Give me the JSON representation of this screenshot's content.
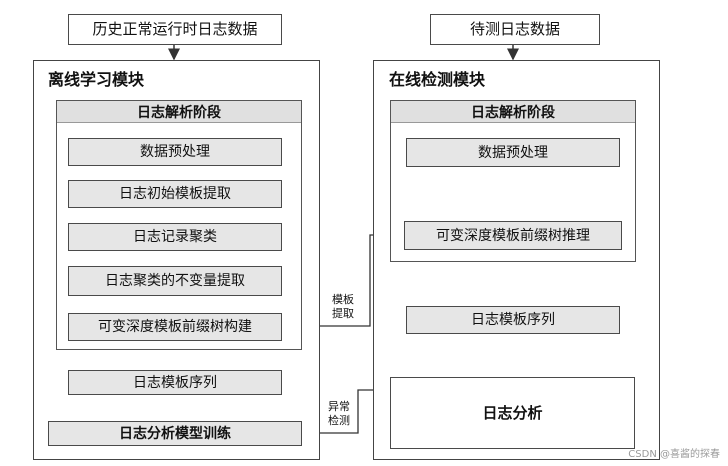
{
  "inputs": {
    "historical": "历史正常运行时日志数据",
    "pending": "待测日志数据"
  },
  "offline": {
    "title": "离线学习模块",
    "stage_title": "日志解析阶段",
    "steps": [
      "数据预处理",
      "日志初始模板提取",
      "日志记录聚类",
      "日志聚类的不变量提取",
      "可变深度模板前缀树构建"
    ],
    "template_sequence": "日志模板序列",
    "training": "日志分析模型训练"
  },
  "online": {
    "title": "在线检测模块",
    "stage_title": "日志解析阶段",
    "steps": [
      "数据预处理",
      "可变深度模板前缀树推理"
    ],
    "template_sequence": "日志模板序列",
    "analysis": "日志分析"
  },
  "connectors": {
    "template_extract": [
      "模板",
      "提取"
    ],
    "anomaly_detect": [
      "异常",
      "检测"
    ]
  },
  "watermark": "CSDN @喜酱的探春"
}
